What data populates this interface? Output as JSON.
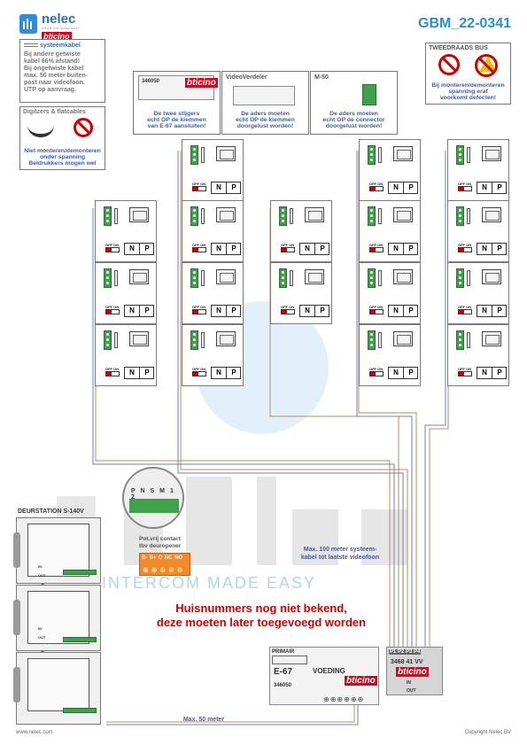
{
  "header": {
    "brand": "nelec",
    "brand_sub": "INTERCOM MADE EASY",
    "sub_brand": "bticino",
    "code": "GBM_22-0341"
  },
  "note_cable": {
    "title": "systeemkabel",
    "lines": [
      "Bij andere getwiste",
      "kabel 66% afstand!",
      "Bij ongetwiste kabel",
      "max. 50 meter buiten-",
      "post naar videofoon.",
      "UTP op aanvraag."
    ]
  },
  "note_digitizers": {
    "title": "Digitzers & flatcables",
    "warning": [
      "Niet monteren/demonteren",
      "onder spanning",
      "Beldrukkers mogen wel"
    ]
  },
  "note_bus": {
    "title": "TWEEDRAADS BUS",
    "warning": [
      "Bij monteren/demonteren",
      "spanning eraf",
      "voorkomt defecten!"
    ]
  },
  "callouts": [
    {
      "device": "346050",
      "text": [
        "De twee stijgers",
        "echt OP de klemmen",
        "van E-67 aansluiten!"
      ]
    },
    {
      "device": "VideoVerdeler",
      "text": [
        "De aders moeten",
        "echt OP de klemmen",
        "doorgelust worden!"
      ]
    },
    {
      "device": "M-50",
      "text": [
        "De aders moeten",
        "echt OP de connector",
        "doorgelust worden!"
      ]
    }
  ],
  "videophone": {
    "off_on": "OFF ON",
    "n": "N",
    "p": "P"
  },
  "door_station": {
    "title": "DEURSTATION S-140V",
    "module_labels": [
      "IN",
      "OUT"
    ],
    "connector_zoom": [
      "P",
      "N",
      "S",
      "M",
      "1",
      "2"
    ],
    "relay_title": [
      "Pot.vrij contact",
      "tbv deuropener"
    ],
    "relay_terminals": [
      "S-",
      "S+",
      "C",
      "NC",
      "NO"
    ]
  },
  "max100": [
    "Max. 100 meter systeem-",
    "kabel tot laatste videofoon"
  ],
  "red_note": [
    "Huisnummers nog niet bekend,",
    "deze moeten later toegevoegd worden"
  ],
  "e67": {
    "primair": "PRIMAIR",
    "name": "E-67",
    "voeding": "VOEDING",
    "code": "346050"
  },
  "distributor": {
    "ports": [
      "P1",
      "P2",
      "P3",
      "P4"
    ],
    "code": "3468 41 VV",
    "in": "IN",
    "out": "OUT"
  },
  "max50": "Max. 50 meter",
  "footer": {
    "left": "www.nelec.com",
    "right": "Copyright Nelec BV"
  },
  "colors": {
    "blue": "#2a8fd8",
    "red": "#d40000",
    "green": "#3fa24a",
    "ticino": "#e2001a"
  }
}
